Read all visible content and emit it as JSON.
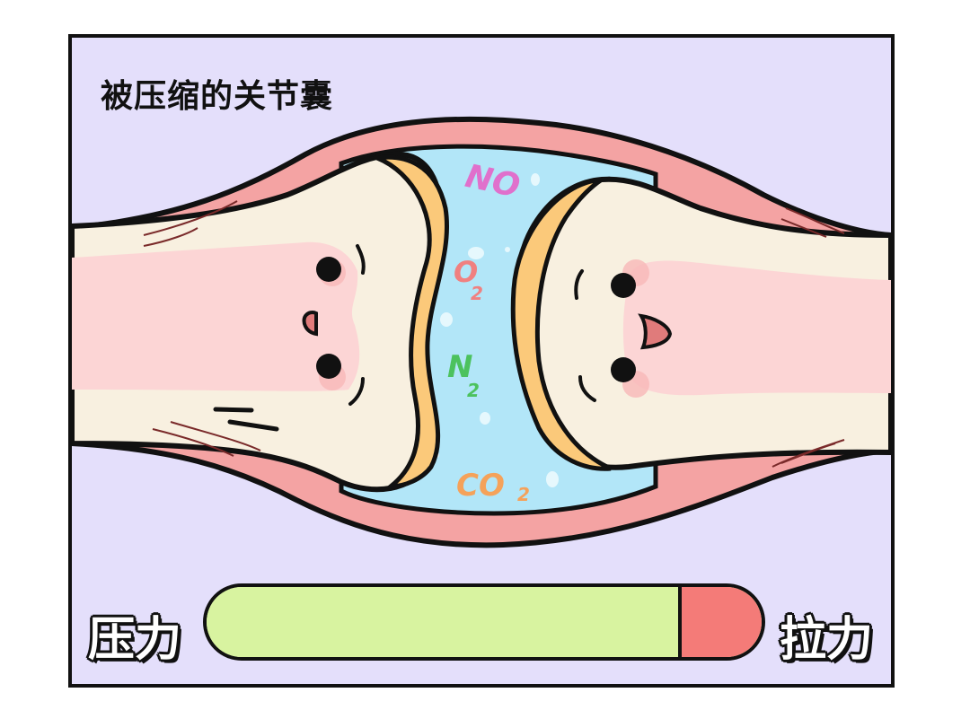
{
  "title": "被压缩的关节囊",
  "gases": [
    {
      "label": "NO",
      "sub": "",
      "color": "#e070cc"
    },
    {
      "label": "O",
      "sub": "2",
      "color": "#f08080"
    },
    {
      "label": "N",
      "sub": "2",
      "color": "#4cc25e"
    },
    {
      "label": "CO",
      "sub": "2",
      "color": "#f5a25a"
    }
  ],
  "gauge": {
    "left_label": "压力",
    "right_label": "拉力",
    "pressure_percent": 85,
    "tension_percent": 15,
    "pressure_color": "#d8f3a0",
    "tension_color": "#f47b78"
  },
  "colors": {
    "background": "#e4dffb",
    "capsule": "#f4a3a3",
    "synovial_fluid": "#b2e6f8",
    "cartilage": "#fbc97a",
    "bone": "#f8f0e0",
    "marrow": "#fcd5d5"
  }
}
